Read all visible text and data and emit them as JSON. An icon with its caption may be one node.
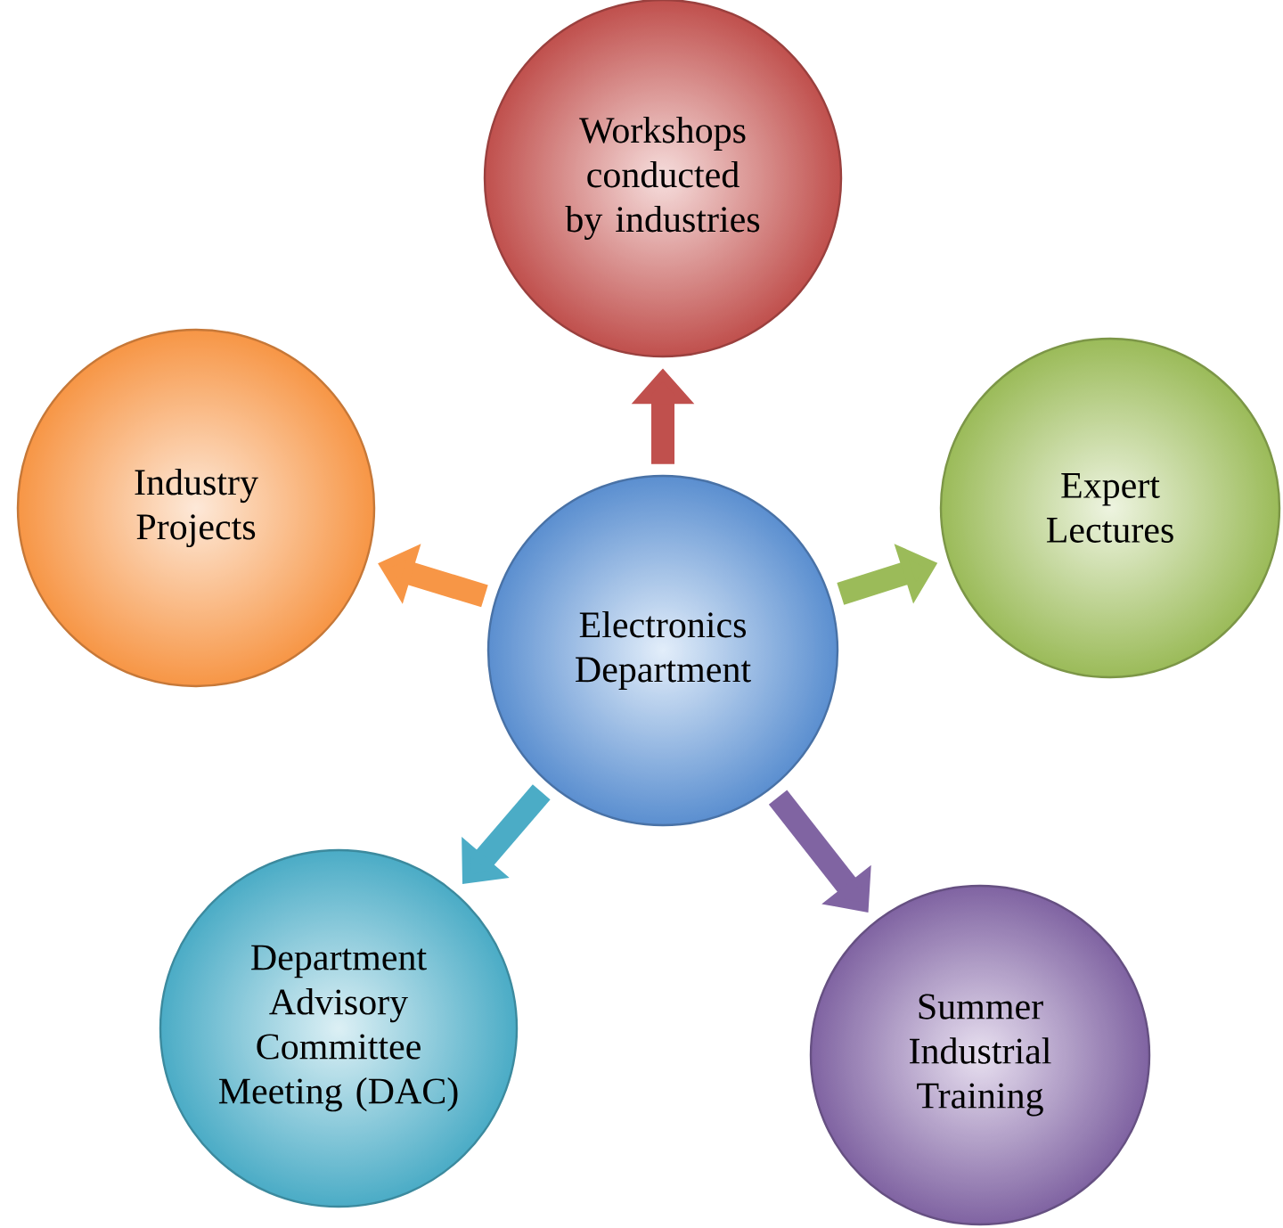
{
  "diagram": {
    "nodes": [
      {
        "text": [
          "Electronics Department"
        ]
      },
      {
        "text": [
          "Workshops conducted by industries"
        ]
      },
      {
        "text": [
          "Industry Projects"
        ]
      },
      {
        "text": [
          "Expert Lectures"
        ]
      },
      {
        "text": [
          "Department Advisory Committee Meeting (DAC)"
        ]
      },
      {
        "text": [
          "Summer Industrial Training"
        ]
      }
    ],
    "edges": [
      {
        "from": 0,
        "to": 1,
        "arrow": "to",
        "color": "#c0504d"
      },
      {
        "from": 0,
        "to": 2,
        "arrow": "to",
        "color": "#f79646"
      },
      {
        "from": 0,
        "to": 3,
        "arrow": "to",
        "color": "#9bbb59"
      },
      {
        "from": 0,
        "to": 4,
        "arrow": "to",
        "color": "#4bacc6"
      },
      {
        "from": 0,
        "to": 5,
        "arrow": "to",
        "color": "#8064a2"
      }
    ]
  }
}
